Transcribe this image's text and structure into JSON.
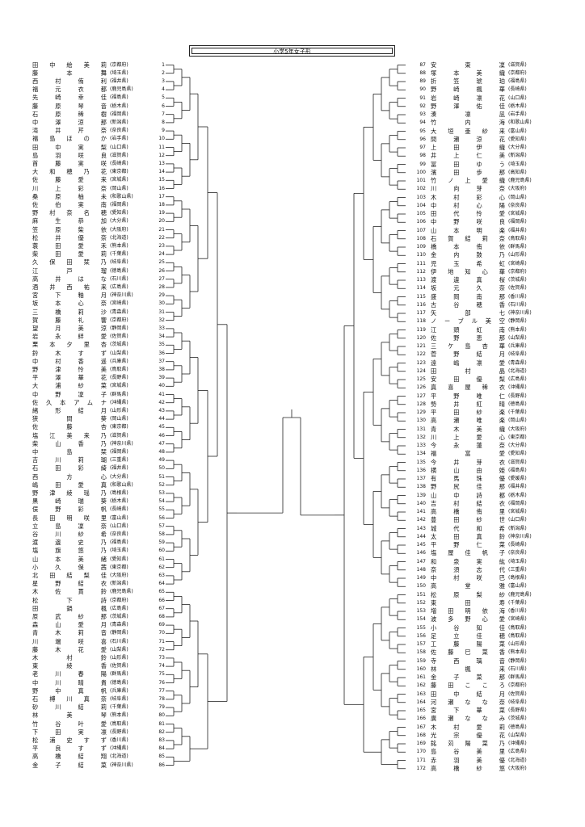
{
  "title": "小学5年女子形",
  "left": [
    {
      "n": 1,
      "name": "田中絵美莉",
      "pref": "(京都府)"
    },
    {
      "n": 2,
      "name": "藤本舞",
      "pref": "(埼玉県)"
    },
    {
      "n": 3,
      "name": "西村侑利",
      "pref": "(福井県)"
    },
    {
      "n": 4,
      "name": "福元衣都",
      "pref": "(鹿児島県)"
    },
    {
      "n": 5,
      "name": "先崎幸佳",
      "pref": "(福島県)"
    },
    {
      "n": 6,
      "name": "藤原琴音",
      "pref": "(栃木県)"
    },
    {
      "n": 7,
      "name": "石原稀樹",
      "pref": "(福岡県)"
    },
    {
      "n": 8,
      "name": "中澤涼那",
      "pref": "(新潟県)"
    },
    {
      "n": 9,
      "name": "滝井芹奈",
      "pref": "(奈良県)"
    },
    {
      "n": 10,
      "name": "福島ほのか",
      "pref": "(岩手県)"
    },
    {
      "n": 11,
      "name": "田中実梨",
      "pref": "(山口県)"
    },
    {
      "n": 12,
      "name": "島羽咲良",
      "pref": "(滋賀県)"
    },
    {
      "n": 13,
      "name": "首藤実咲",
      "pref": "(長崎県)"
    },
    {
      "n": 14,
      "name": "大和穂乃花",
      "pref": "(東京都)"
    },
    {
      "n": 15,
      "name": "佐藤愛来",
      "pref": "(宮城県)"
    },
    {
      "n": 16,
      "name": "川上彩奈",
      "pref": "(岡山県)"
    },
    {
      "n": 17,
      "name": "桑原柚未",
      "pref": "(和歌山県)"
    },
    {
      "n": 18,
      "name": "佐伯実南",
      "pref": "(福岡県)"
    },
    {
      "n": 19,
      "name": "野村奈名穂",
      "pref": "(愛知県)"
    },
    {
      "n": 20,
      "name": "麻生恭加",
      "pref": "(大分県)"
    },
    {
      "n": 21,
      "name": "笠原柴依",
      "pref": "(大阪府)"
    },
    {
      "n": 22,
      "name": "松井優奈",
      "pref": "(北海道)"
    },
    {
      "n": 23,
      "name": "蓑田愛禾",
      "pref": "(熊本県)"
    },
    {
      "n": 24,
      "name": "柴田愛莉",
      "pref": "(千葉県)"
    },
    {
      "n": 25,
      "name": "久保田栞乃",
      "pref": "(岐阜県)"
    },
    {
      "n": 26,
      "name": "江戸瑠",
      "pref": "(徳島県)"
    },
    {
      "n": 27,
      "name": "高井はな",
      "pref": "(石川県)"
    },
    {
      "n": 28,
      "name": "酒井西祐来",
      "pref": "(広島県)"
    },
    {
      "n": 29,
      "name": "宮下釉月",
      "pref": "(神奈川県)"
    },
    {
      "n": 30,
      "name": "坂本心奈",
      "pref": "(宮崎県)"
    },
    {
      "n": 31,
      "name": "三橋莉沙",
      "pref": "(青森県)"
    },
    {
      "n": 32,
      "name": "賀藤礼響",
      "pref": "(京都府)"
    },
    {
      "n": 33,
      "name": "望月美涼",
      "pref": "(静岡県)"
    },
    {
      "n": 34,
      "name": "岩永絆愛",
      "pref": "(佐賀県)"
    },
    {
      "n": 35,
      "name": "栗本夕里杏",
      "pref": "(茨城県)"
    },
    {
      "n": 36,
      "name": "鈴木すず",
      "pref": "(山梨県)"
    },
    {
      "n": 37,
      "name": "中村香遥",
      "pref": "(兵庫県)"
    },
    {
      "n": 38,
      "name": "野津怜美",
      "pref": "(鳥取県)"
    },
    {
      "n": 39,
      "name": "平澤華花",
      "pref": "(長野県)"
    },
    {
      "n": 40,
      "name": "大浦紗菜",
      "pref": "(宮城県)"
    },
    {
      "n": 41,
      "name": "中野凜子",
      "pref": "(群馬県)"
    },
    {
      "n": 42,
      "name": "佐久本アムナ",
      "pref": "(沖縄県)"
    },
    {
      "n": 43,
      "name": "緒形結月",
      "pref": "(山形県)"
    },
    {
      "n": 44,
      "name": "狭間葵",
      "pref": "(岡山県)"
    },
    {
      "n": 45,
      "name": "佐藤杏",
      "pref": "(東京都)"
    },
    {
      "n": 46,
      "name": "塩江美来乃",
      "pref": "(滋賀県)"
    },
    {
      "n": 47,
      "name": "柴山香乃",
      "pref": "(神奈川県)"
    },
    {
      "n": 48,
      "name": "中島栞",
      "pref": "(福岡県)"
    },
    {
      "n": 49,
      "name": "吉川莉瑚",
      "pref": "(三重県)"
    },
    {
      "n": 50,
      "name": "石田彩綺",
      "pref": "(福井県)"
    },
    {
      "n": 51,
      "name": "西方心",
      "pref": "(大分県)"
    },
    {
      "n": 52,
      "name": "嶋田愛真",
      "pref": "(和歌山県)"
    },
    {
      "n": 53,
      "name": "野津綾瑶乃",
      "pref": "(島根県)"
    },
    {
      "n": 54,
      "name": "黒崎瑞葵",
      "pref": "(栃木県)"
    },
    {
      "n": 55,
      "name": "俣野彩帆",
      "pref": "(長崎県)"
    },
    {
      "n": 56,
      "name": "長田明咲里",
      "pref": "(富山県)"
    },
    {
      "n": 57,
      "name": "立島凜奈",
      "pref": "(山口県)"
    },
    {
      "n": 58,
      "name": "谷川紗希",
      "pref": "(奈良県)"
    },
    {
      "n": 59,
      "name": "渡邊史乃",
      "pref": "(福島県)"
    },
    {
      "n": 60,
      "name": "塩旗悠乃",
      "pref": "(埼玉県)"
    },
    {
      "n": 61,
      "name": "山本美緒",
      "pref": "(愛知県)"
    },
    {
      "n": 62,
      "name": "小久保茜",
      "pref": "(東京都)"
    },
    {
      "n": 63,
      "name": "北田結梨佳",
      "pref": "(大阪府)"
    },
    {
      "n": 64,
      "name": "星野結衣",
      "pref": "(新潟県)"
    },
    {
      "n": 65,
      "name": "木佐貫鈴",
      "pref": "(鹿児島県)"
    },
    {
      "n": 66,
      "name": "松下詩",
      "pref": "(京都府)"
    },
    {
      "n": 67,
      "name": "田鍋楓",
      "pref": "(広島県)"
    },
    {
      "n": 68,
      "name": "原武紗那",
      "pref": "(茨城県)"
    },
    {
      "n": 69,
      "name": "森山愛月",
      "pref": "(青森県)"
    },
    {
      "n": 70,
      "name": "青木莉音",
      "pref": "(静岡県)"
    },
    {
      "n": 71,
      "name": "川端咲喜",
      "pref": "(石川県)"
    },
    {
      "n": 72,
      "name": "藤木花愛",
      "pref": "(山梨県)"
    },
    {
      "n": 73,
      "name": "木村鈴",
      "pref": "(山形県)"
    },
    {
      "n": 74,
      "name": "東綾香",
      "pref": "(佐賀県)"
    },
    {
      "n": 75,
      "name": "老川春陽",
      "pref": "(群馬県)"
    },
    {
      "n": 76,
      "name": "中川晴貴",
      "pref": "(徳島県)"
    },
    {
      "n": 77,
      "name": "野中真帆",
      "pref": "(兵庫県)"
    },
    {
      "n": 78,
      "name": "石榑川真奈",
      "pref": "(岐阜県)"
    },
    {
      "n": 79,
      "name": "砂川結莉",
      "pref": "(千葉県)"
    },
    {
      "n": 80,
      "name": "林美琴",
      "pref": "(熊本県)"
    },
    {
      "n": 81,
      "name": "竹谷叶愛",
      "pref": "(鳥取県)"
    },
    {
      "n": 82,
      "name": "下田実凛",
      "pref": "(長野県)"
    },
    {
      "n": 83,
      "name": "松浦史すず",
      "pref": "(香川県)"
    },
    {
      "n": 84,
      "name": "平良すず",
      "pref": "(沖縄県)"
    },
    {
      "n": 85,
      "name": "高橋結翔",
      "pref": "(北海道)"
    },
    {
      "n": 86,
      "name": "金子結菜",
      "pref": "(神奈川県)"
    }
  ],
  "right": [
    {
      "n": 87,
      "name": "安東凜",
      "pref": "(滋賀県)"
    },
    {
      "n": 88,
      "name": "塚本美織",
      "pref": "(京都府)"
    },
    {
      "n": 89,
      "name": "折笠琥珀",
      "pref": "(福島県)"
    },
    {
      "n": 90,
      "name": "野崎楓華",
      "pref": "(長崎県)"
    },
    {
      "n": 91,
      "name": "岩崎凛花",
      "pref": "(山口県)"
    },
    {
      "n": 92,
      "name": "野澤佑佳",
      "pref": "(栃木県)"
    },
    {
      "n": 93,
      "name": "湊凛凪",
      "pref": "(岩手県)"
    },
    {
      "n": 94,
      "name": "竹内海",
      "pref": "(和歌山県)"
    },
    {
      "n": 95,
      "name": "大垣亜紗来",
      "pref": "(富山県)"
    },
    {
      "n": 96,
      "name": "間瀬涼花",
      "pref": "(愛知県)"
    },
    {
      "n": 97,
      "name": "上田伊織",
      "pref": "(大分県)"
    },
    {
      "n": 98,
      "name": "井上仁美",
      "pref": "(新潟県)"
    },
    {
      "n": 99,
      "name": "冨田ゆう",
      "pref": "(埼玉県)"
    },
    {
      "n": 100,
      "name": "濱田歩那",
      "pref": "(高知県)"
    },
    {
      "n": 101,
      "name": "竹ノ上愛織",
      "pref": "(鹿児島県)"
    },
    {
      "n": 102,
      "name": "川向芽奈",
      "pref": "(大阪府)"
    },
    {
      "n": 103,
      "name": "木村彩心",
      "pref": "(岡山県)"
    },
    {
      "n": 104,
      "name": "中村心陽",
      "pref": "(奈良県)"
    },
    {
      "n": 105,
      "name": "田代怜愛",
      "pref": "(宮城県)"
    },
    {
      "n": 106,
      "name": "中野咲良",
      "pref": "(福岡県)"
    },
    {
      "n": 107,
      "name": "山本明楽",
      "pref": "(福井県)"
    },
    {
      "n": 108,
      "name": "石賀結莉奈",
      "pref": "(鳥取県)"
    },
    {
      "n": 109,
      "name": "橋本侑依",
      "pref": "(群馬県)"
    },
    {
      "n": 110,
      "name": "金内鼓乃",
      "pref": "(山形県)"
    },
    {
      "n": 111,
      "name": "児玉希虹",
      "pref": "(宮崎県)"
    },
    {
      "n": 112,
      "name": "伊地知心華",
      "pref": "(京都府)"
    },
    {
      "n": 113,
      "name": "渡邊真桜",
      "pref": "(茨城県)"
    },
    {
      "n": 114,
      "name": "坂元久奈",
      "pref": "(佐賀県)"
    },
    {
      "n": 115,
      "name": "盛岡南那",
      "pref": "(香川県)"
    },
    {
      "n": 116,
      "name": "古谷穂香",
      "pref": "(石川県)"
    },
    {
      "n": 117,
      "name": "矢部七",
      "pref": "(神奈川県)"
    },
    {
      "n": 118,
      "name": "ノーブル美空",
      "pref": "(静岡県)"
    },
    {
      "n": 119,
      "name": "江頭虹南",
      "pref": "(熊本県)"
    },
    {
      "n": 120,
      "name": "佐野恵那",
      "pref": "(山梨県)"
    },
    {
      "n": 121,
      "name": "三ケ島杏華",
      "pref": "(兵庫県)"
    },
    {
      "n": 122,
      "name": "菅野結月",
      "pref": "(岐阜県)"
    },
    {
      "n": 123,
      "name": "遠嶋凛愛",
      "pref": "(青森県)"
    },
    {
      "n": 124,
      "name": "田村晶",
      "pref": "(北海道)"
    },
    {
      "n": 125,
      "name": "安田優梨",
      "pref": "(広島県)"
    },
    {
      "n": 126,
      "name": "真喜屋稀衣",
      "pref": "(沖縄県)"
    },
    {
      "n": 127,
      "name": "平野唯仁",
      "pref": "(長野県)"
    },
    {
      "n": 128,
      "name": "勢井紅晴",
      "pref": "(徳島県)"
    },
    {
      "n": 129,
      "name": "平田紗楽",
      "pref": "(千葉県)"
    },
    {
      "n": 130,
      "name": "高瀬唯楽",
      "pref": "(岡山県)"
    },
    {
      "n": 131,
      "name": "青木美織",
      "pref": "(大阪府)"
    },
    {
      "n": 132,
      "name": "川上愛心",
      "pref": "(東京都)"
    },
    {
      "n": 133,
      "name": "今永蓮奈",
      "pref": "(大分県)"
    },
    {
      "n": 134,
      "name": "福富愛",
      "pref": "(愛知県)"
    },
    {
      "n": 135,
      "name": "今井芽衣",
      "pref": "(滋賀県)"
    },
    {
      "n": 136,
      "name": "横山由姫",
      "pref": "(福島県)"
    },
    {
      "n": 137,
      "name": "有馬珠優",
      "pref": "(愛媛県)"
    },
    {
      "n": 138,
      "name": "野尻佳那",
      "pref": "(福井県)"
    },
    {
      "n": 139,
      "name": "山中詩都",
      "pref": "(栃木県)"
    },
    {
      "n": 140,
      "name": "吉村結衣",
      "pref": "(福岡県)"
    },
    {
      "n": 141,
      "name": "高橋侑里",
      "pref": "(宮城県)"
    },
    {
      "n": 142,
      "name": "豊田紗世",
      "pref": "(山口県)"
    },
    {
      "n": 143,
      "name": "城代和希",
      "pref": "(新潟県)"
    },
    {
      "n": 144,
      "name": "太田真鈴",
      "pref": "(神奈川県)"
    },
    {
      "n": 145,
      "name": "平野仁菜",
      "pref": "(長崎県)"
    },
    {
      "n": 146,
      "name": "塩屋佳帆子",
      "pref": "(奈良県)"
    },
    {
      "n": 147,
      "name": "和泉実紘",
      "pref": "(埼玉県)"
    },
    {
      "n": 148,
      "name": "奈須志代",
      "pref": "(三重県)"
    },
    {
      "n": 149,
      "name": "中村咲巴",
      "pref": "(島根県)"
    },
    {
      "n": 150,
      "name": "高堂雅",
      "pref": "(富山県)"
    },
    {
      "n": 151,
      "name": "松原梨紗",
      "pref": "(鹿児島県)"
    },
    {
      "n": 152,
      "name": "東田寿",
      "pref": "(千葉県)"
    },
    {
      "n": 153,
      "name": "増田明依海",
      "pref": "(香川県)"
    },
    {
      "n": 154,
      "name": "波多野心愛",
      "pref": "(宮崎県)"
    },
    {
      "n": 155,
      "name": "小谷知佳",
      "pref": "(鳥取県)"
    },
    {
      "n": 156,
      "name": "足立佳穂",
      "pref": "(鳥取県)"
    },
    {
      "n": 157,
      "name": "工藤陽菜",
      "pref": "(山形県)"
    },
    {
      "n": 158,
      "name": "佐藤巳菜香",
      "pref": "(熊本県)"
    },
    {
      "n": 159,
      "name": "寺西璃音",
      "pref": "(静岡県)"
    },
    {
      "n": 160,
      "name": "林楓来",
      "pref": "(石川県)"
    },
    {
      "n": 161,
      "name": "金子菜那",
      "pref": "(群馬県)"
    },
    {
      "n": 162,
      "name": "藤田こころ",
      "pref": "(京都府)"
    },
    {
      "n": 163,
      "name": "田中結月",
      "pref": "(佐賀県)"
    },
    {
      "n": 164,
      "name": "河瀬なな奈",
      "pref": "(岐阜県)"
    },
    {
      "n": 165,
      "name": "宮下華菜",
      "pref": "(長野県)"
    },
    {
      "n": 166,
      "name": "廣瀬ななみ",
      "pref": "(茨城県)"
    },
    {
      "n": 167,
      "name": "木村愛莉",
      "pref": "(徳島県)"
    },
    {
      "n": 168,
      "name": "光宗優花",
      "pref": "(山梨県)"
    },
    {
      "n": 169,
      "name": "銘苅陽菜乃",
      "pref": "(沖縄県)"
    },
    {
      "n": 170,
      "name": "島谷美里",
      "pref": "(広島県)"
    },
    {
      "n": 171,
      "name": "赤羽美優",
      "pref": "(北海道)"
    },
    {
      "n": 172,
      "name": "高橋紗悠",
      "pref": "(大阪府)"
    }
  ]
}
